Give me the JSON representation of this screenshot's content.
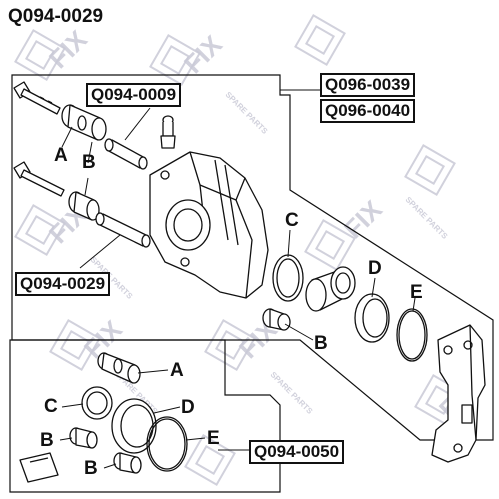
{
  "title": "Q094-0029",
  "part_numbers": {
    "pin_a": "Q094-0009",
    "pin_b": "Q094-0029",
    "caliper_1": "Q096-0039",
    "caliper_2": "Q096-0040",
    "repair_kit": "Q094-0050"
  },
  "labels": {
    "A": "A",
    "B": "B",
    "C": "C",
    "D": "D",
    "E": "E"
  },
  "watermark": {
    "brand": "FIX",
    "tagline": "SPARE PARTS"
  },
  "colors": {
    "ink": "#111111",
    "watermark": "#c9c9d6",
    "background": "#ffffff"
  }
}
